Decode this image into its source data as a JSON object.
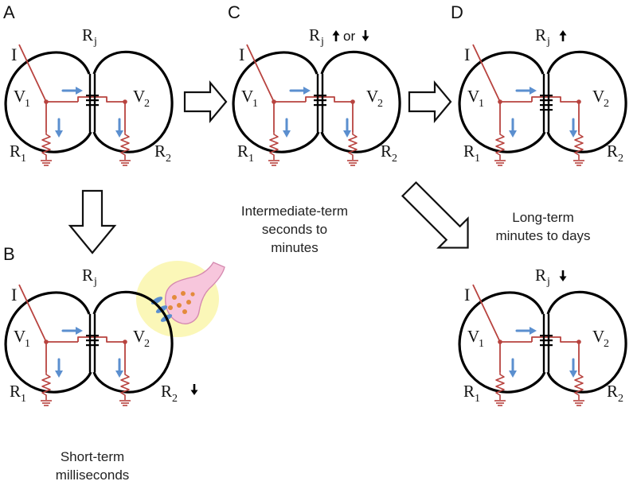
{
  "panels": {
    "A": {
      "letter": "A"
    },
    "B": {
      "letter": "B",
      "caption_line1": "Short-term",
      "caption_line2": "milliseconds",
      "r2_change": "down"
    },
    "C": {
      "letter": "C",
      "caption_line1": "Intermediate-term",
      "caption_line2": "seconds to",
      "caption_line3": "minutes",
      "rj_or": "or"
    },
    "D": {
      "letter": "D",
      "caption_line1": "Long-term",
      "caption_line2": "minutes to days"
    }
  },
  "labels": {
    "current": "I",
    "v_main": "V",
    "v1_sub": "1",
    "v2_sub": "2",
    "r_main": "R",
    "r1_sub": "1",
    "r2_sub": "2",
    "rj_sub": "j"
  },
  "colors": {
    "membrane": "#000000",
    "circuit": "#b8433f",
    "current_flow": "#5b8fcf",
    "synapse_fill": "#f7c6dc",
    "synapse_glow": "#fbf6b0",
    "vesicles": "#e38a3c",
    "receptors": "#5b8fcf"
  },
  "icons": {
    "up_arrow": "arrow-up-icon",
    "down_arrow": "arrow-down-icon",
    "ground": "ground-icon",
    "resistor": "resistor-icon",
    "synapse": "synapse-icon"
  }
}
